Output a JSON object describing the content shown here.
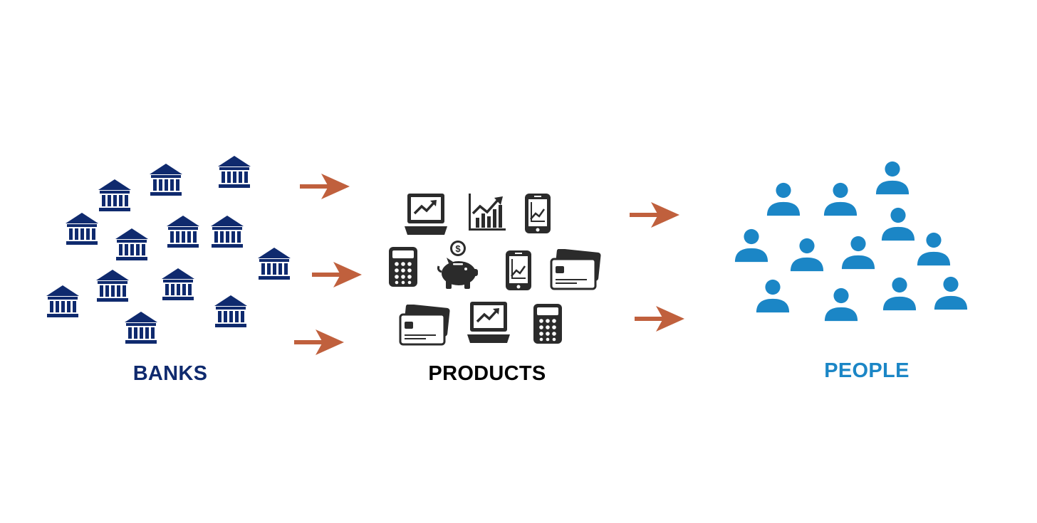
{
  "colors": {
    "banks": "#0f2a6e",
    "products": "#2b2b2b",
    "people": "#1b86c6",
    "arrow": "#c0603d",
    "white": "#ffffff",
    "label_products": "#000000"
  },
  "labels": {
    "banks": "BANKS",
    "products": "PRODUCTS",
    "people": "PEOPLE"
  },
  "icons": {
    "bank": "bank-building-icon",
    "laptop": "laptop-chart-icon",
    "chart": "growth-chart-icon",
    "phone": "phone-chart-icon",
    "calculator": "calculator-icon",
    "piggy": "piggy-bank-icon",
    "card": "credit-cards-icon",
    "person": "person-icon",
    "arrow": "arrow-right-icon"
  }
}
